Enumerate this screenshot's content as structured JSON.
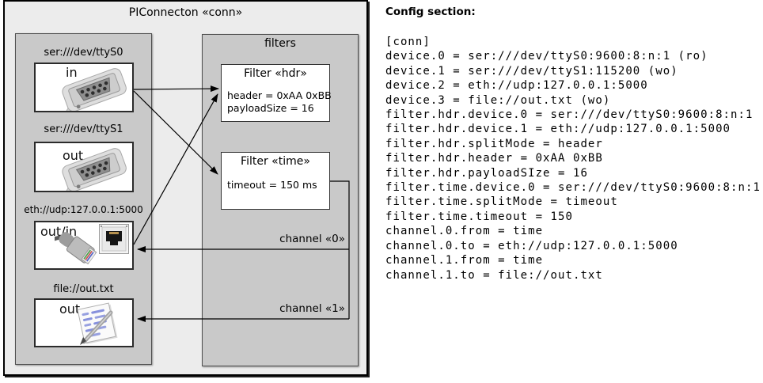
{
  "colors": {
    "outer_fill": "#ececec",
    "panel_fill": "#c9c9c9",
    "device_box_fill": "#ffffff",
    "border": "#000000",
    "note_lines_blue": "#8791dd"
  },
  "diagram": {
    "title": "PIConnecton «conn»",
    "filters_panel_title": "filters",
    "devices": [
      {
        "label": "ser:///dev/ttyS0",
        "direction": "in",
        "icon": "serial-connector-icon"
      },
      {
        "label": "ser:///dev/ttyS1",
        "direction": "out",
        "icon": "serial-connector-icon"
      },
      {
        "label": "eth://udp:127.0.0.1:5000",
        "direction": "out/in",
        "icon": "ethernet-connector-icon"
      },
      {
        "label": "file://out.txt",
        "direction": "out",
        "icon": "notepad-pen-icon"
      }
    ],
    "filters": [
      {
        "title": "Filter «hdr»",
        "attributes": [
          "header = 0xAA 0xBB",
          "payloadSize = 16"
        ]
      },
      {
        "title": "Filter «time»",
        "attributes": [
          "timeout = 150 ms"
        ]
      }
    ],
    "channels": [
      {
        "label": "channel «0»"
      },
      {
        "label": "channel «1»"
      }
    ]
  },
  "config": {
    "heading": "Config section:",
    "lines": "[conn]\ndevice.0 = ser:///dev/ttyS0:9600:8:n:1 (ro)\ndevice.1 = ser:///dev/ttyS1:115200 (wo)\ndevice.2 = eth://udp:127.0.0.1:5000\ndevice.3 = file://out.txt (wo)\nfilter.hdr.device.0 = ser:///dev/ttyS0:9600:8:n:1\nfilter.hdr.device.1 = eth://udp:127.0.0.1:5000\nfilter.hdr.splitMode = header\nfilter.hdr.header = 0xAA 0xBB\nfilter.hdr.payloadSIze = 16\nfilter.time.device.0 = ser:///dev/ttyS0:9600:8:n:1\nfilter.time.splitMode = timeout\nfilter.time.timeout = 150\nchannel.0.from = time\nchannel.0.to = eth://udp:127.0.0.1:5000\nchannel.1.from = time\nchannel.1.to = file://out.txt"
  }
}
